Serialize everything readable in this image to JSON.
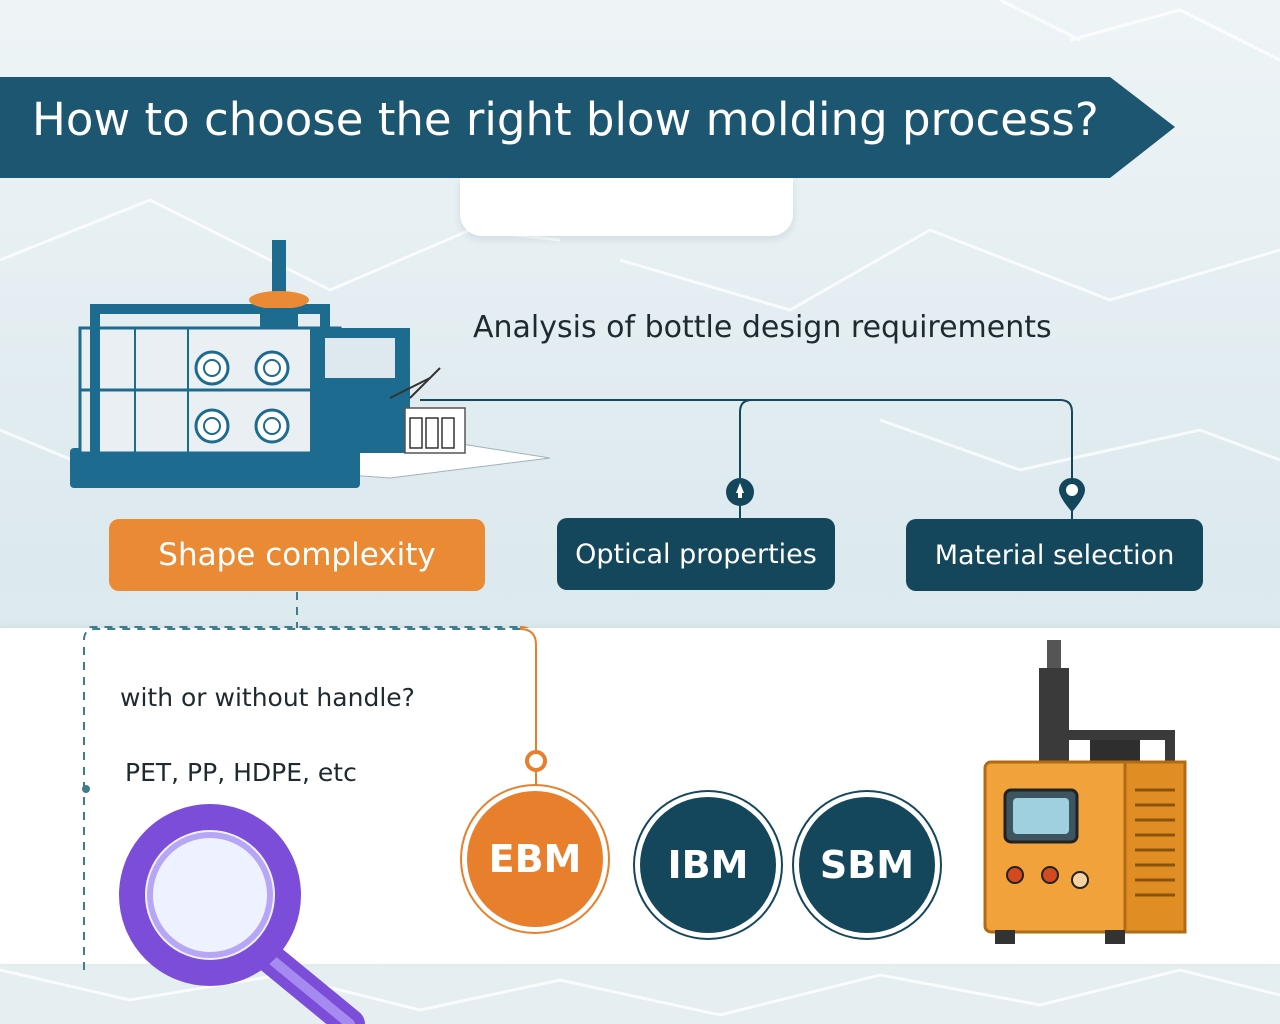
{
  "title": "How to choose the right blow molding process?",
  "heading": "Analysis of bottle design requirements",
  "categories": [
    {
      "label": "Shape complexity",
      "color": "#ea8a35"
    },
    {
      "label": "Optical properties",
      "color": "#15475c"
    },
    {
      "label": "Material selection",
      "color": "#15475c"
    }
  ],
  "notes": [
    "with or without handle?",
    "PET, PP, HDPE, etc"
  ],
  "processes": [
    {
      "label": "EBM",
      "color": "#e87f2c"
    },
    {
      "label": "IBM",
      "color": "#15475c"
    },
    {
      "label": "SBM",
      "color": "#15475c"
    }
  ],
  "icons": [
    "blow-molding-machine-icon",
    "molding-unit-icon",
    "magnifier-icon",
    "rocket-icon",
    "location-pin-icon"
  ]
}
